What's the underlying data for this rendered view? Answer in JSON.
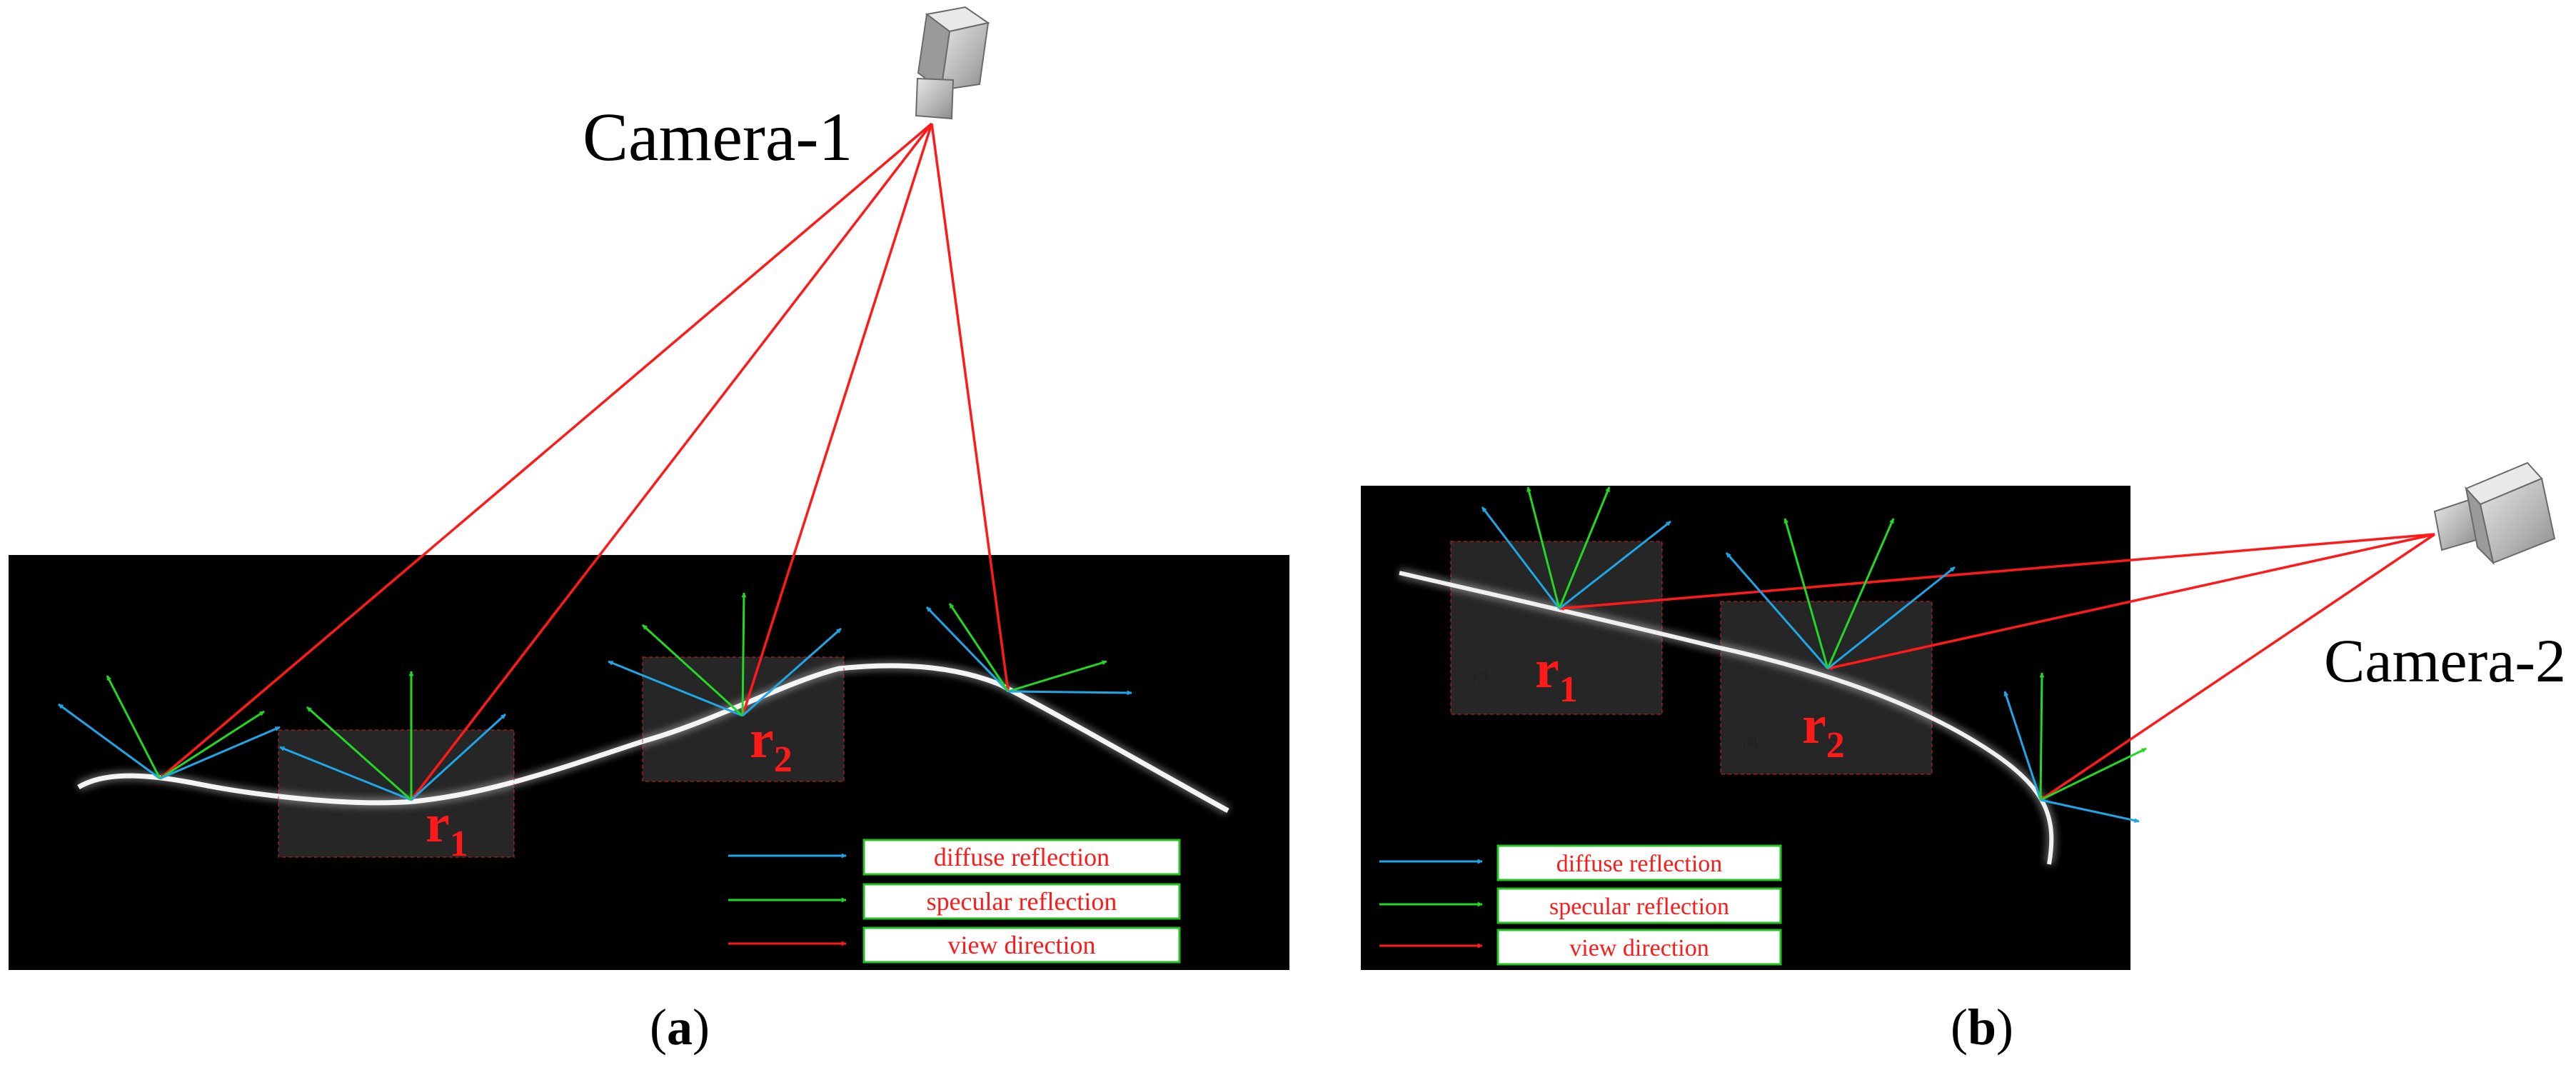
{
  "panels": [
    {
      "id": "a",
      "caption": "a",
      "camera_label": "Camera-1",
      "regions": [
        {
          "label": "r",
          "sub": "1"
        },
        {
          "label": "r",
          "sub": "2"
        }
      ],
      "legend": [
        {
          "text": "diffuse reflection",
          "color": "#1ea7e8"
        },
        {
          "text": "specular reflection",
          "color": "#22d822"
        },
        {
          "text": "view direction",
          "color": "#ff1a1a"
        }
      ]
    },
    {
      "id": "b",
      "caption": "b",
      "camera_label": "Camera-2",
      "regions": [
        {
          "label": "r",
          "sub": "1",
          "tag": "r3"
        },
        {
          "label": "r",
          "sub": "2",
          "tag": "r4"
        }
      ],
      "legend": [
        {
          "text": "diffuse reflection",
          "color": "#1ea7e8"
        },
        {
          "text": "specular reflection",
          "color": "#22d822"
        },
        {
          "text": "view direction",
          "color": "#ff1a1a"
        }
      ]
    }
  ],
  "colors": {
    "diffuse": "#1ea7e8",
    "specular": "#22d822",
    "view": "#ff1a1a",
    "legend_border": "#22c022",
    "legend_text": "#ff1a1a",
    "region_label": "#ff1a1a",
    "background": "#000000",
    "curve": "#f2f2f2",
    "camera_body": "#b8b8b8"
  }
}
